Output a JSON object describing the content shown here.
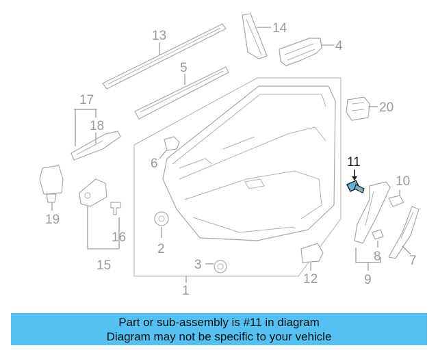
{
  "diagram": {
    "callouts": {
      "c1": "1",
      "c2": "2",
      "c3": "3",
      "c4": "4",
      "c5": "5",
      "c6": "6",
      "c7": "7",
      "c8": "8",
      "c9": "9",
      "c10": "10",
      "c11": "11",
      "c12": "12",
      "c13": "13",
      "c14": "14",
      "c15": "15",
      "c16": "16",
      "c17": "17",
      "c18": "18",
      "c19": "19",
      "c20": "20"
    },
    "highlighted_callout": "11",
    "highlight_color": "#1a1a1a",
    "part_color": "#a8a8a8"
  },
  "banner": {
    "line1": "Part or sub-assembly is #11 in diagram",
    "line2": "Diagram may not be specific to your vehicle",
    "background": "#54c1f2"
  }
}
